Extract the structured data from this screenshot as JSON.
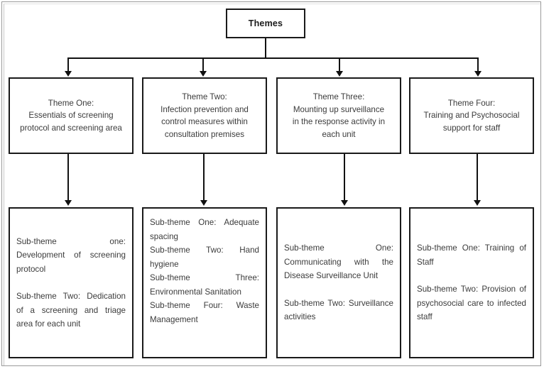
{
  "diagram": {
    "type": "hierarchy-tree",
    "root": {
      "label": "Themes"
    },
    "themes": [
      {
        "id": "theme-one",
        "lines": [
          "Theme One:",
          "Essentials of screening",
          "protocol and screening area"
        ]
      },
      {
        "id": "theme-two",
        "lines": [
          "Theme Two:",
          "Infection prevention and",
          "control measures within",
          "consultation premises"
        ]
      },
      {
        "id": "theme-three",
        "lines": [
          "Theme Three:",
          "Mounting up surveillance",
          "in the response activity in",
          "each unit"
        ]
      },
      {
        "id": "theme-four",
        "lines": [
          "Theme Four:",
          "Training and Psychosocial",
          "support for staff"
        ]
      }
    ],
    "subthemes": [
      {
        "id": "subthemes-one",
        "blocks": [
          "Sub-theme one: Development of screening protocol",
          "Sub-theme Two: Dedication of a screening and triage area for each unit"
        ]
      },
      {
        "id": "subthemes-two",
        "blocks": [
          "Sub-theme One: Adequate spacing",
          "Sub-theme Two: Hand hygiene",
          "Sub-theme Three: Environmental Sanitation",
          "Sub-theme Four: Waste Management"
        ]
      },
      {
        "id": "subthemes-three",
        "blocks": [
          "Sub-theme One: Communicating with the Disease Surveillance Unit",
          "Sub-theme Two: Surveillance activities"
        ]
      },
      {
        "id": "subthemes-four",
        "blocks": [
          "Sub-theme One: Training of Staff",
          "Sub-theme Two: Provision of psychosocial care to infected staff"
        ]
      }
    ],
    "colors": {
      "box_border": "#1a1a1a",
      "connector": "#111111",
      "text": "#3b3b3b",
      "background": "#ffffff",
      "outer_frame": "#9a9a9a"
    }
  }
}
